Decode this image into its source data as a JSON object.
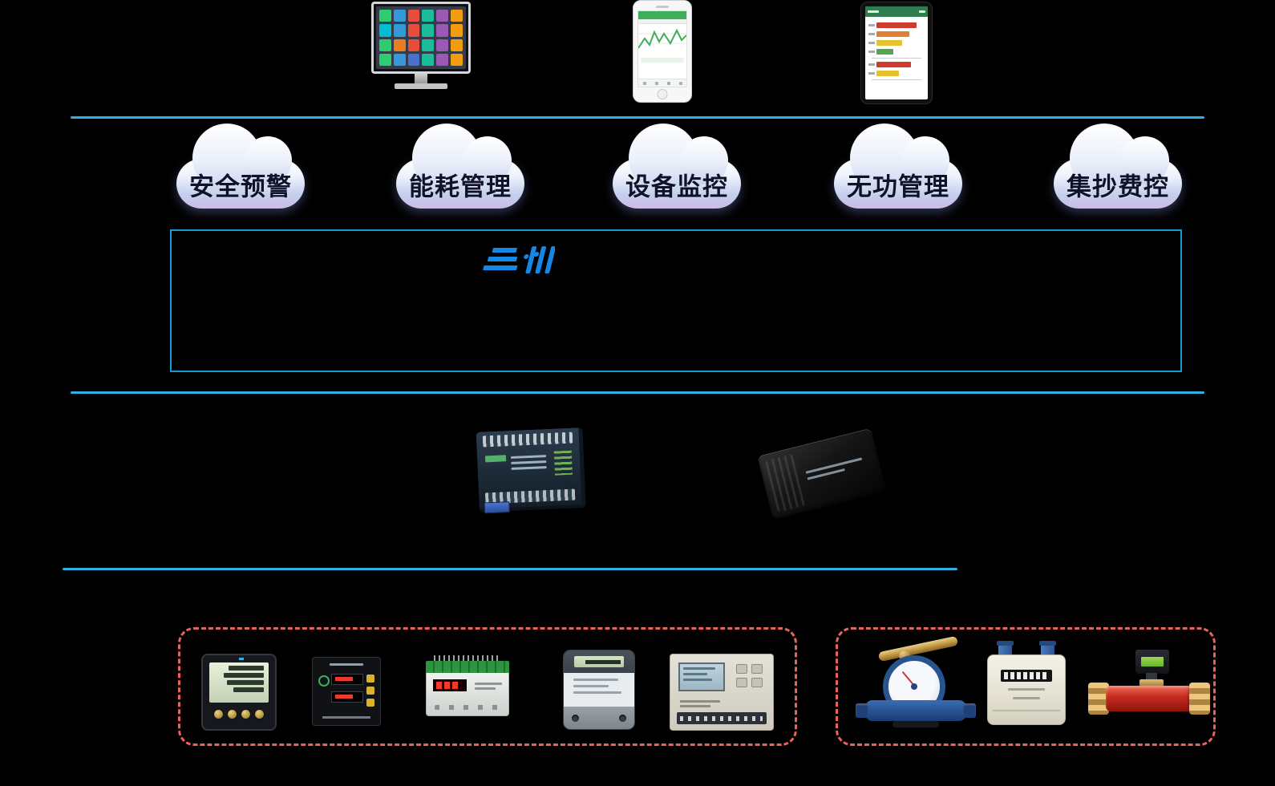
{
  "colors": {
    "background": "#000000",
    "separator": "#2fb1e6",
    "platform_border": "#1899d6",
    "device_group_border": "#e8635a",
    "logo_blue": "#1488e6",
    "cloud_label_text": "#10122a"
  },
  "application_layer": {
    "device_icons": [
      "desktop-monitor-icon",
      "smartphone-icon",
      "tablet-icon"
    ]
  },
  "cloud_services": {
    "items": [
      {
        "label": "安全预警"
      },
      {
        "label": "能耗管理"
      },
      {
        "label": "设备监控"
      },
      {
        "label": "无功管理"
      },
      {
        "label": "集抄费控"
      }
    ]
  },
  "platform": {
    "logo_icon": "brand-logo-icon"
  },
  "communication_layer": {
    "device_icons": [
      "plc-module-icon",
      "data-gateway-icon"
    ]
  },
  "device_layer": {
    "electric_group_icons": [
      "multifunction-power-meter-icon",
      "power-analyzer-icon",
      "signal-transducer-icon",
      "energy-meter-icon",
      "measure-control-terminal-icon"
    ],
    "metering_group_icons": [
      "water-meter-icon",
      "gas-meter-icon",
      "valve-flow-meter-icon"
    ]
  }
}
